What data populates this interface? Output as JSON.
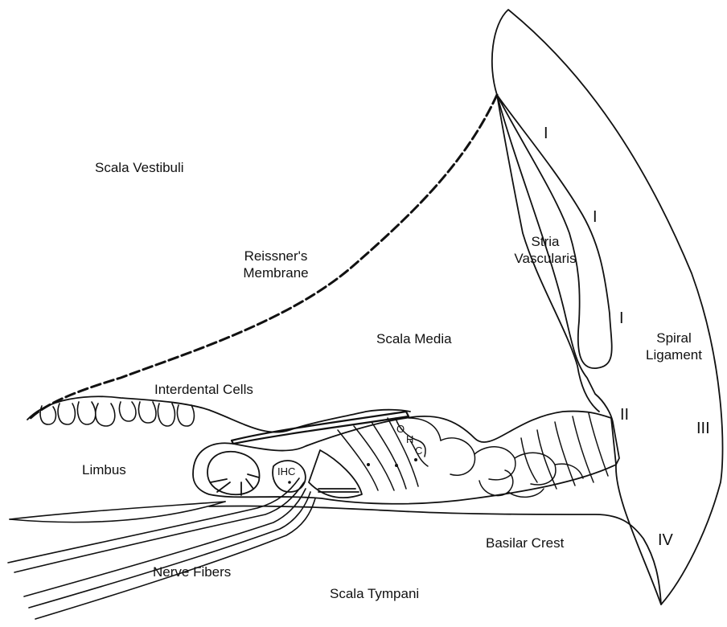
{
  "colors": {
    "ink": "#111111",
    "background": "#ffffff"
  },
  "labels": {
    "scala_vestibuli": "Scala Vestibuli",
    "reissners_membrane_line1": "Reissner's",
    "reissners_membrane_line2": "Membrane",
    "stria_vascularis_line1": "Stria",
    "stria_vascularis_line2": "Vascularis",
    "scala_media": "Scala Media",
    "spiral_ligament_line1": "Spiral",
    "spiral_ligament_line2": "Ligament",
    "interdental_cells": "Interdental Cells",
    "limbus": "Limbus",
    "ihc": "IHC",
    "ohc_o": "O",
    "ohc_h": "H",
    "ohc_c": "C",
    "basilar_crest": "Basilar Crest",
    "nerve_fibers": "Nerve Fibers",
    "scala_tympani": "Scala Tympani"
  },
  "fibrocyte_types": {
    "type_i_a": "I",
    "type_i_b": "I",
    "type_i_c": "I",
    "type_ii": "II",
    "type_iii": "III",
    "type_iv": "IV"
  }
}
